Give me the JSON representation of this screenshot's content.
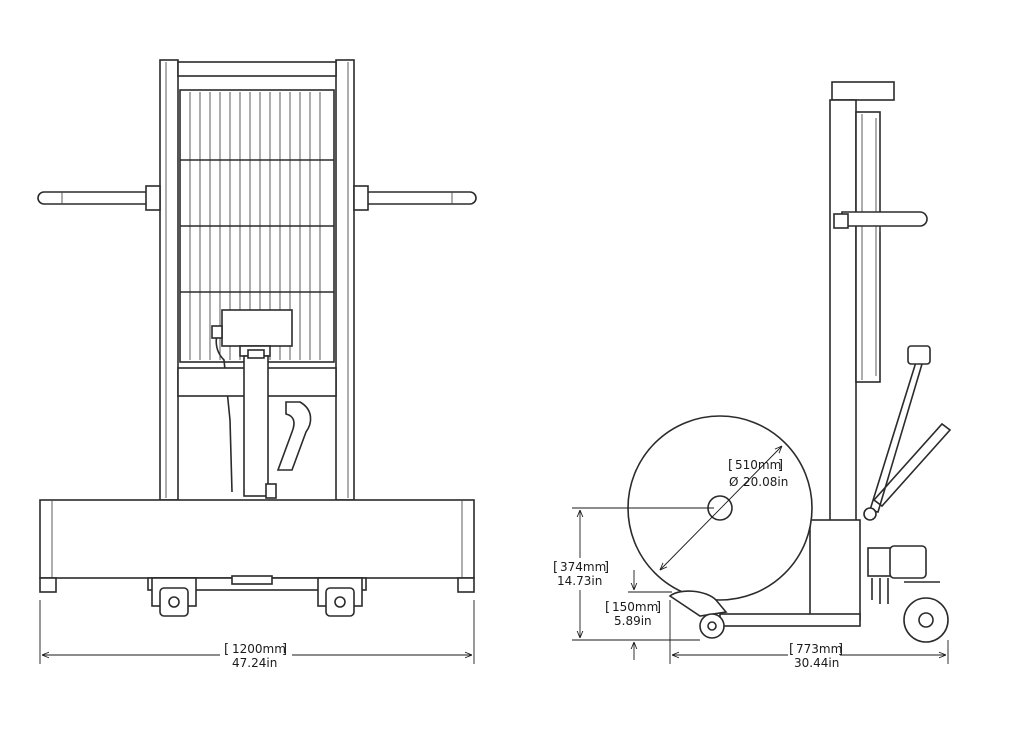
{
  "dimensions": {
    "width_total": {
      "metric": "1200mm",
      "imperial": "47.24in"
    },
    "roll_diameter": {
      "metric": "510mm",
      "symbol": "Ø",
      "imperial": "20.08in"
    },
    "roll_center_height": {
      "metric": "374mm",
      "imperial": "14.73in"
    },
    "min_height": {
      "metric": "150mm",
      "imperial": "5.89in"
    },
    "length_total": {
      "metric": "773mm",
      "imperial": "30.44in"
    }
  }
}
